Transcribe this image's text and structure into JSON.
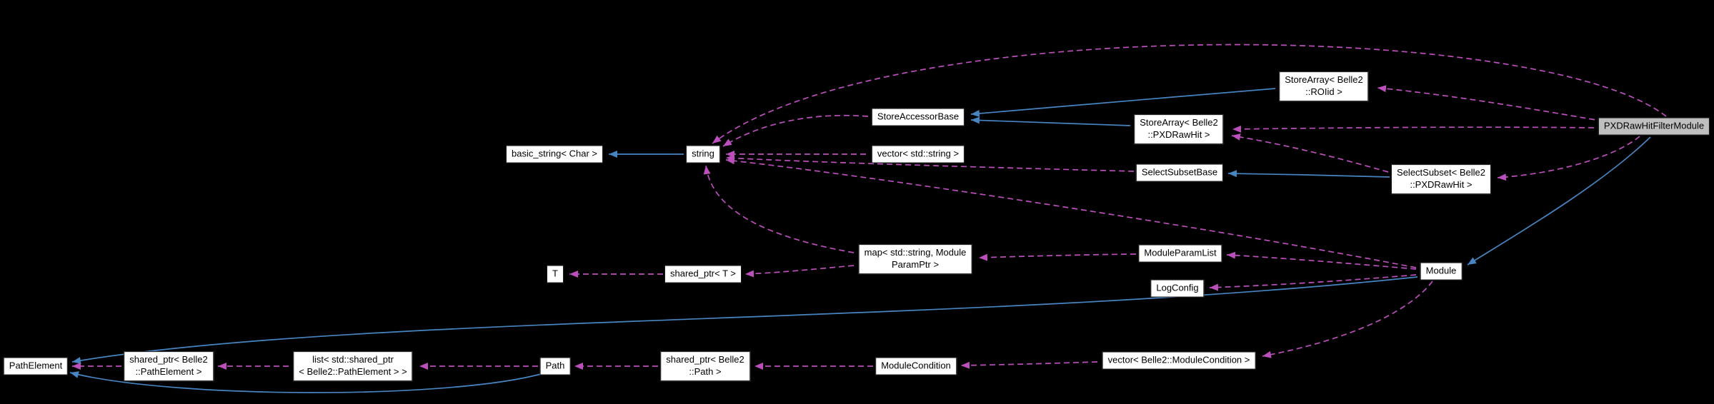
{
  "diagram": {
    "type": "collaboration-graph",
    "colors": {
      "background": "#000000",
      "usage_edge": "#bb4fbb",
      "inheritance_edge": "#4785c2",
      "node_fill": "#ffffff",
      "node_text": "#000000",
      "main_node_fill": "#bfbfbf"
    },
    "nodes": [
      {
        "id": "basic_string",
        "label": "basic_string< Char >"
      },
      {
        "id": "string",
        "label": "string"
      },
      {
        "id": "store_accessor_base",
        "label": "StoreAccessorBase"
      },
      {
        "id": "vector_string",
        "label": "vector< std::string >"
      },
      {
        "id": "store_array_roiid",
        "label": "StoreArray< Belle2\n::ROIid >"
      },
      {
        "id": "store_array_pxdrawhit",
        "label": "StoreArray< Belle2\n::PXDRawHit >"
      },
      {
        "id": "select_subset_base",
        "label": "SelectSubsetBase"
      },
      {
        "id": "select_subset_pxdrawhit",
        "label": "SelectSubset< Belle2\n::PXDRawHit >"
      },
      {
        "id": "pxd_raw_hit_filter_module",
        "label": "PXDRawHitFilterModule"
      },
      {
        "id": "map_moduleparamptr",
        "label": "map< std::string, Module\nParamPtr >"
      },
      {
        "id": "shared_ptr_t",
        "label": "shared_ptr< T >"
      },
      {
        "id": "t",
        "label": "T"
      },
      {
        "id": "module_param_list",
        "label": "ModuleParamList"
      },
      {
        "id": "log_config",
        "label": "LogConfig"
      },
      {
        "id": "module",
        "label": "Module"
      },
      {
        "id": "path_element",
        "label": "PathElement"
      },
      {
        "id": "shared_ptr_path_element",
        "label": "shared_ptr< Belle2\n::PathElement >"
      },
      {
        "id": "list_shared_ptr",
        "label": "list< std::shared_ptr\n< Belle2::PathElement > >"
      },
      {
        "id": "path",
        "label": "Path"
      },
      {
        "id": "shared_ptr_path",
        "label": "shared_ptr< Belle2\n::Path >"
      },
      {
        "id": "module_condition",
        "label": "ModuleCondition"
      },
      {
        "id": "vector_module_condition",
        "label": "vector< Belle2::ModuleCondition >"
      }
    ],
    "edges": [
      {
        "from": "string",
        "to": "basic_string",
        "type": "inheritance"
      },
      {
        "from": "store_array_roiid",
        "to": "store_accessor_base",
        "type": "inheritance"
      },
      {
        "from": "store_array_pxdrawhit",
        "to": "store_accessor_base",
        "type": "inheritance"
      },
      {
        "from": "select_subset_pxdrawhit",
        "to": "select_subset_base",
        "type": "inheritance"
      },
      {
        "from": "pxd_raw_hit_filter_module",
        "to": "module",
        "type": "inheritance"
      },
      {
        "from": "module",
        "to": "path_element",
        "type": "inheritance"
      },
      {
        "from": "path",
        "to": "path_element",
        "type": "inheritance"
      },
      {
        "from": "store_accessor_base",
        "to": "string",
        "type": "usage"
      },
      {
        "from": "vector_string",
        "to": "string",
        "type": "usage"
      },
      {
        "from": "select_subset_base",
        "to": "string",
        "type": "usage"
      },
      {
        "from": "map_moduleparamptr",
        "to": "string",
        "type": "usage"
      },
      {
        "from": "module",
        "to": "string",
        "type": "usage"
      },
      {
        "from": "map_moduleparamptr",
        "to": "shared_ptr_t",
        "type": "usage"
      },
      {
        "from": "shared_ptr_t",
        "to": "t",
        "type": "usage"
      },
      {
        "from": "module_param_list",
        "to": "map_moduleparamptr",
        "type": "usage"
      },
      {
        "from": "module",
        "to": "module_param_list",
        "type": "usage"
      },
      {
        "from": "module",
        "to": "log_config",
        "type": "usage"
      },
      {
        "from": "module",
        "to": "vector_module_condition",
        "type": "usage"
      },
      {
        "from": "vector_module_condition",
        "to": "module_condition",
        "type": "usage"
      },
      {
        "from": "module_condition",
        "to": "shared_ptr_path",
        "type": "usage"
      },
      {
        "from": "shared_ptr_path",
        "to": "path",
        "type": "usage"
      },
      {
        "from": "path",
        "to": "list_shared_ptr",
        "type": "usage"
      },
      {
        "from": "list_shared_ptr",
        "to": "shared_ptr_path_element",
        "type": "usage"
      },
      {
        "from": "shared_ptr_path_element",
        "to": "path_element",
        "type": "usage"
      },
      {
        "from": "pxd_raw_hit_filter_module",
        "to": "string",
        "type": "usage"
      },
      {
        "from": "pxd_raw_hit_filter_module",
        "to": "store_array_roiid",
        "type": "usage"
      },
      {
        "from": "pxd_raw_hit_filter_module",
        "to": "store_array_pxdrawhit",
        "type": "usage"
      },
      {
        "from": "pxd_raw_hit_filter_module",
        "to": "select_subset_pxdrawhit",
        "type": "usage"
      },
      {
        "from": "select_subset_pxdrawhit",
        "to": "store_array_pxdrawhit",
        "type": "usage"
      }
    ]
  }
}
